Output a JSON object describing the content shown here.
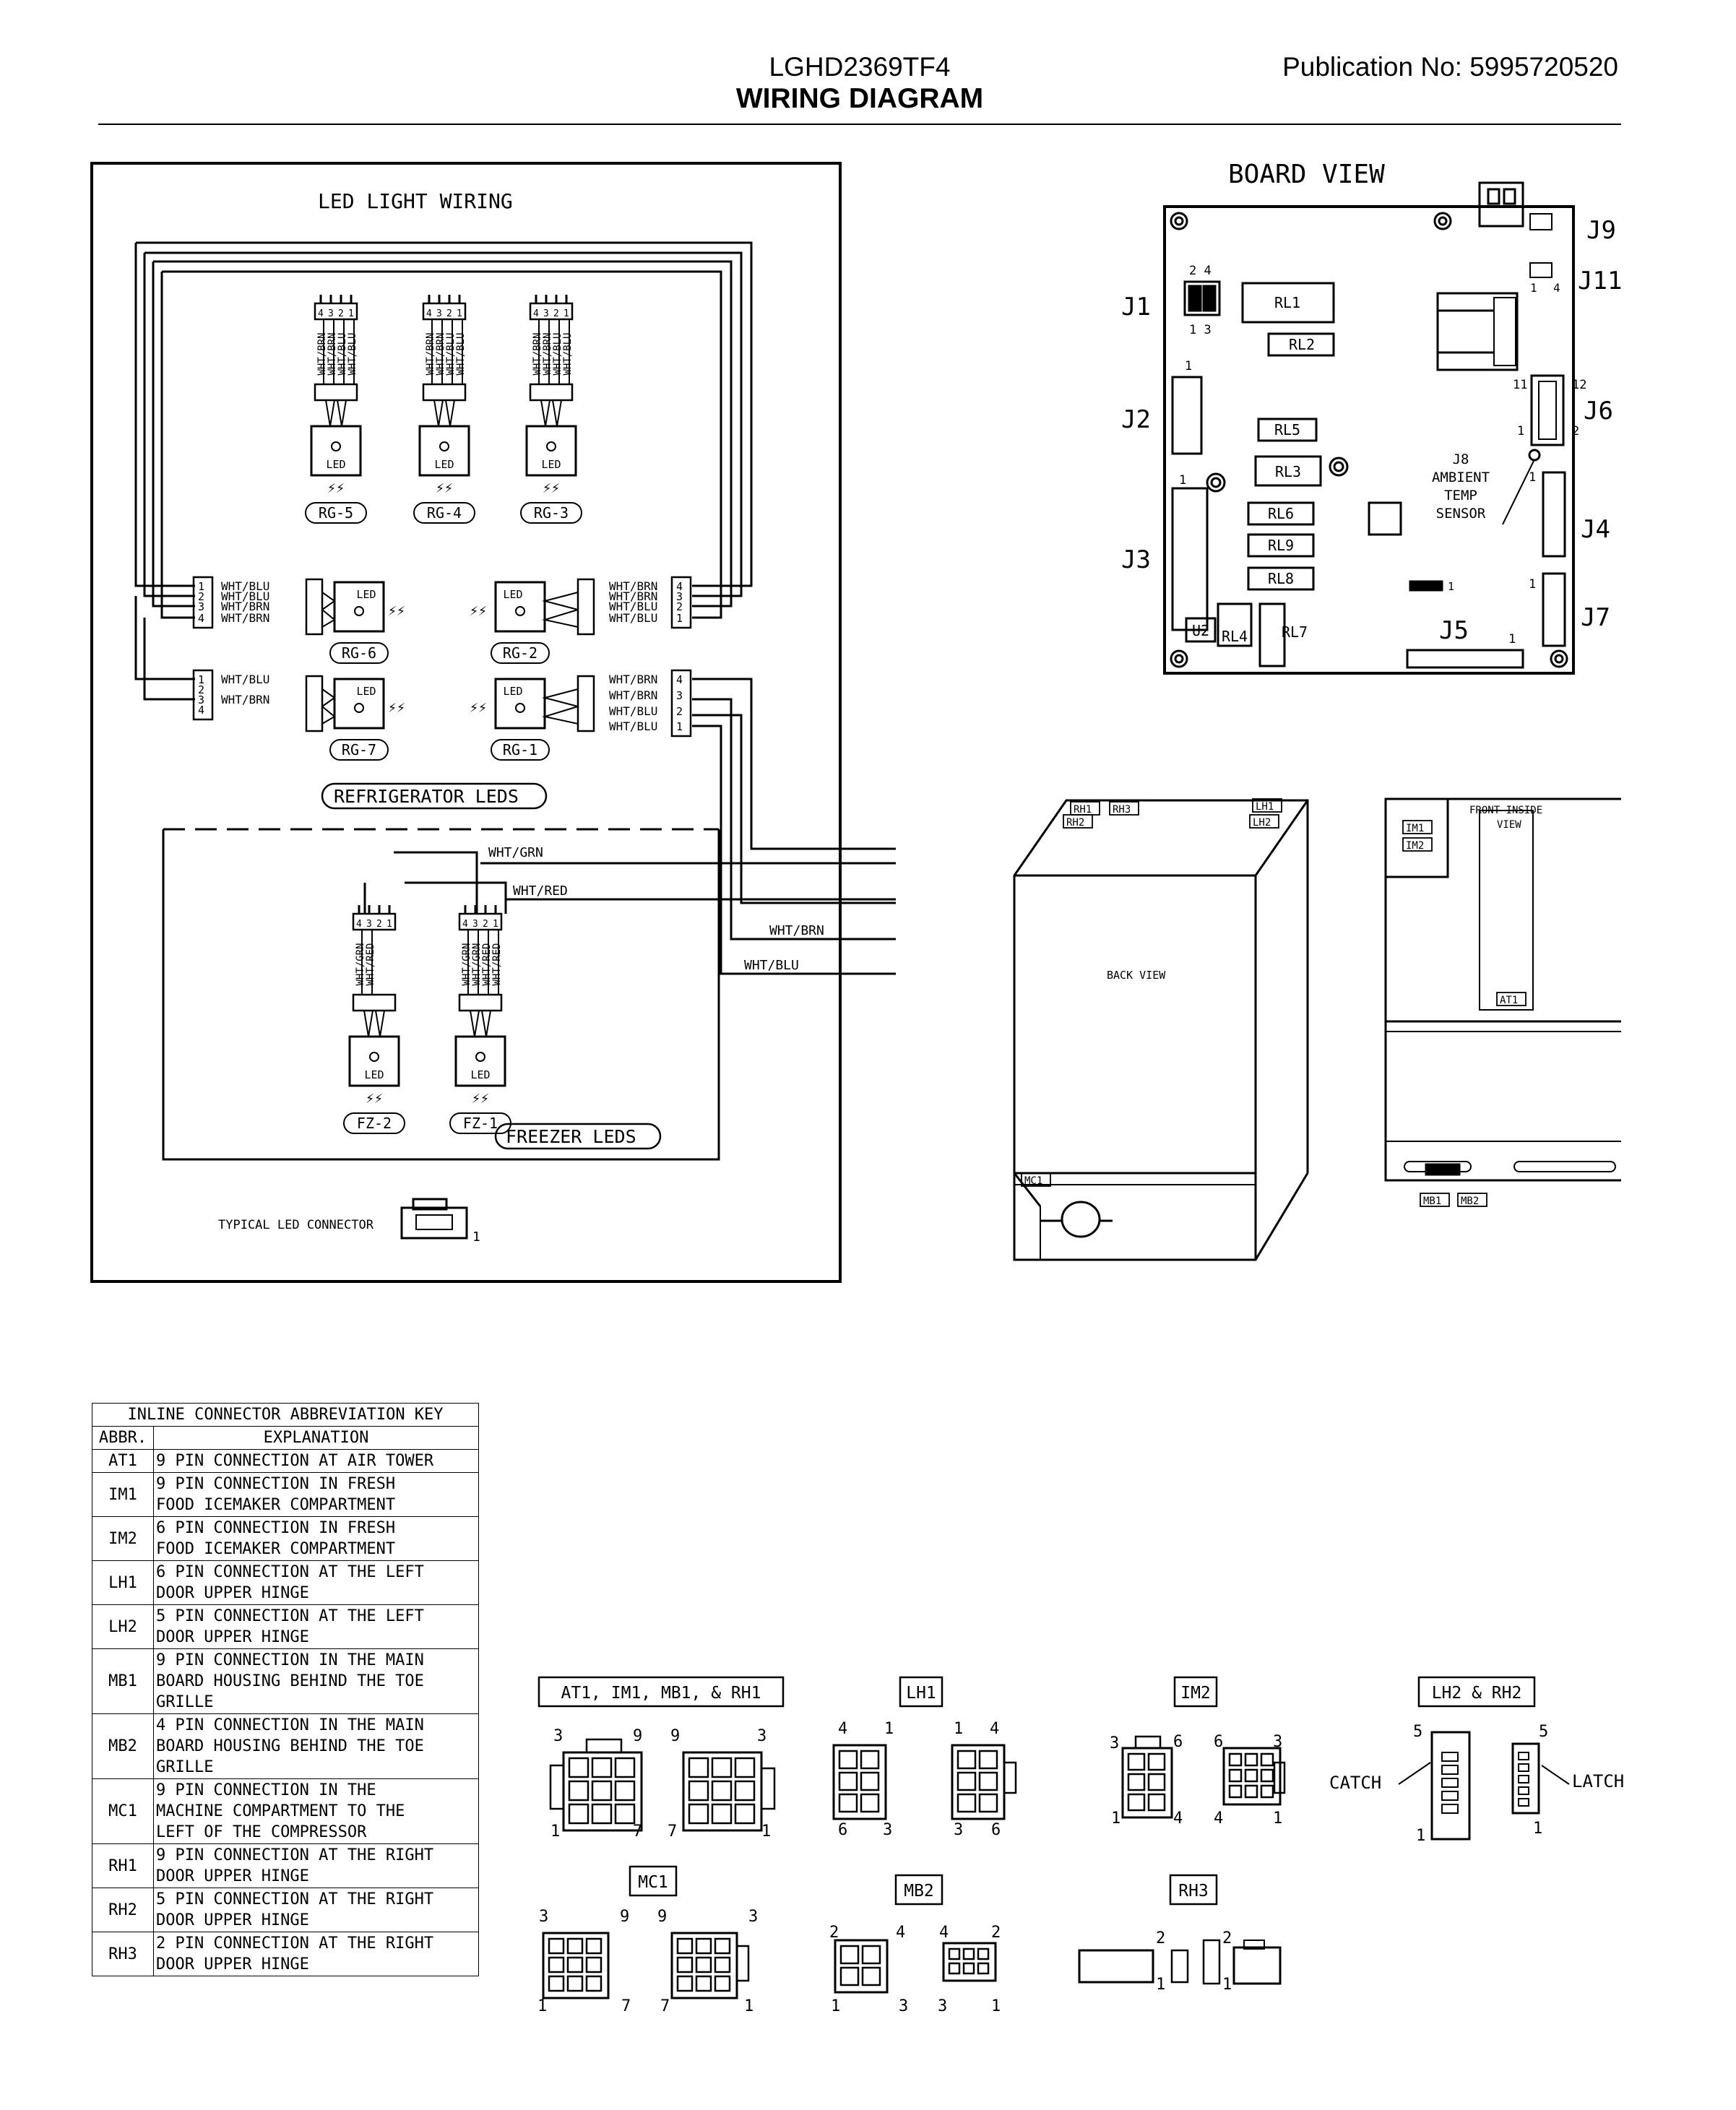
{
  "header": {
    "model": "LGHD2369TF4",
    "title": "WIRING DIAGRAM",
    "publication": "Publication No:  5995720520"
  },
  "led_wiring": {
    "title": "LED LIGHT WIRING",
    "top_leds": [
      "RG-5",
      "RG-4",
      "RG-3"
    ],
    "right_leds": [
      "RG-2",
      "RG-1"
    ],
    "left_leds": [
      "RG-6",
      "RG-7"
    ],
    "freezer_leds": [
      "FZ-2",
      "FZ-1"
    ],
    "fridge_group": "REFRIGERATOR LEDS",
    "freezer_group": "FREEZER LEDS",
    "led_text": "LED",
    "wires": {
      "wb": "WHT/BRN",
      "wl": "WHT/BLU",
      "wg": "WHT/GRN",
      "wr": "WHT/RED"
    },
    "typical": "TYPICAL LED CONNECTOR"
  },
  "board": {
    "title": "BOARD VIEW",
    "jacks": [
      "J1",
      "J2",
      "J3",
      "J4",
      "J5",
      "J6",
      "J7",
      "J9",
      "J11"
    ],
    "relays": [
      "RL1",
      "RL2",
      "RL3",
      "RL4",
      "RL5",
      "RL6",
      "RL7",
      "RL8",
      "RL9",
      "U2"
    ],
    "sensor": [
      "J8",
      "AMBIENT",
      "TEMP",
      "SENSOR"
    ]
  },
  "views": {
    "back": "BACK VIEW",
    "front": [
      "FRONT INSIDE",
      "VIEW"
    ],
    "tags": [
      "RH1",
      "RH3",
      "RH2",
      "LH1",
      "LH2",
      "MC1",
      "IM1",
      "IM2",
      "AT1",
      "MB1",
      "MB2"
    ]
  },
  "key": {
    "title": "INLINE CONNECTOR ABBREVIATION KEY",
    "col_abbr": "ABBR.",
    "col_expl": "EXPLANATION",
    "rows": [
      {
        "abbr": "AT1",
        "lines": [
          "9 PIN CONNECTION AT AIR TOWER"
        ]
      },
      {
        "abbr": "IM1",
        "lines": [
          "9 PIN CONNECTION IN FRESH",
          "FOOD ICEMAKER COMPARTMENT"
        ]
      },
      {
        "abbr": "IM2",
        "lines": [
          "6 PIN CONNECTION IN FRESH",
          "FOOD ICEMAKER COMPARTMENT"
        ]
      },
      {
        "abbr": "LH1",
        "lines": [
          "6 PIN CONNECTION AT THE LEFT",
          "DOOR UPPER HINGE"
        ]
      },
      {
        "abbr": "LH2",
        "lines": [
          "5 PIN CONNECTION AT THE LEFT",
          "DOOR UPPER HINGE"
        ]
      },
      {
        "abbr": "MB1",
        "lines": [
          "9 PIN CONNECTION IN THE MAIN",
          "BOARD HOUSING BEHIND THE TOE",
          "GRILLE"
        ]
      },
      {
        "abbr": "MB2",
        "lines": [
          "4 PIN CONNECTION IN THE MAIN",
          "BOARD HOUSING BEHIND THE TOE",
          "GRILLE"
        ]
      },
      {
        "abbr": "MC1",
        "lines": [
          "9 PIN CONNECTION IN THE",
          "MACHINE COMPARTMENT TO THE",
          "LEFT OF THE COMPRESSOR"
        ]
      },
      {
        "abbr": "RH1",
        "lines": [
          "9 PIN CONNECTION AT THE RIGHT",
          "DOOR UPPER HINGE"
        ]
      },
      {
        "abbr": "RH2",
        "lines": [
          "5 PIN CONNECTION AT THE RIGHT",
          "DOOR UPPER HINGE"
        ]
      },
      {
        "abbr": "RH3",
        "lines": [
          "2 PIN CONNECTION AT THE RIGHT",
          "DOOR UPPER HINGE"
        ]
      }
    ]
  },
  "connectors": {
    "at1_group": "AT1, IM1, MB1, & RH1",
    "lh1": "LH1",
    "im2": "IM2",
    "lh2rh2": "LH2 & RH2",
    "mc1": "MC1",
    "mb2": "MB2",
    "rh3": "RH3",
    "catch": "CATCH",
    "latch": "LATCH"
  }
}
